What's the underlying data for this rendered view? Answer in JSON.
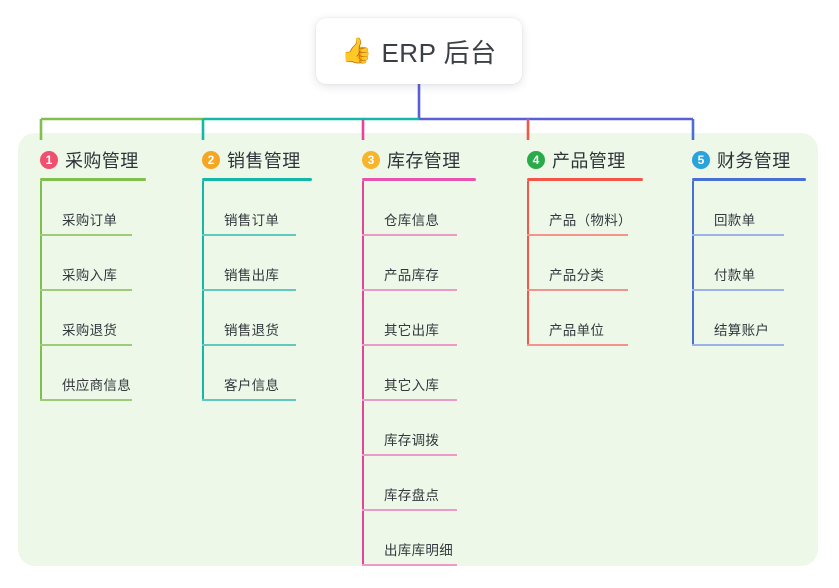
{
  "root": {
    "icon": "thumbs-up-emoji",
    "icon_glyph": "👍",
    "title": "ERP 后台"
  },
  "theme": {
    "page_background": "#ffffff",
    "panel_background": "#eef8e9",
    "card_background": "#ffffff",
    "title_text": "#3b3f46",
    "item_text": "#34383d",
    "bus_left": "#7ebf4e",
    "bus_mid": "#14b8a6",
    "bus_right": "#5b5fd6"
  },
  "columns": [
    {
      "number": "1",
      "title": "采购管理",
      "badge_color": "#f0506e",
      "rule_color": "#7ebf4e",
      "line_color": "#9ccc78",
      "drop_color": "#7ebf4e",
      "items": [
        "采购订单",
        "采购入库",
        "采购退货",
        "供应商信息"
      ]
    },
    {
      "number": "2",
      "title": "销售管理",
      "badge_color": "#f5a623",
      "rule_color": "#14b8a6",
      "line_color": "#63c9bf",
      "drop_color": "#14b8a6",
      "items": [
        "销售订单",
        "销售出库",
        "销售退货",
        "客户信息"
      ]
    },
    {
      "number": "3",
      "title": "库存管理",
      "badge_color": "#f7b52c",
      "rule_color": "#e853b0",
      "line_color": "#eb9bc8",
      "drop_color": "#e8439a",
      "items": [
        "仓库信息",
        "产品库存",
        "其它出库",
        "其它入库",
        "库存调拨",
        "库存盘点",
        "出库库明细"
      ]
    },
    {
      "number": "4",
      "title": "产品管理",
      "badge_color": "#2aab49",
      "rule_color": "#f4564a",
      "line_color": "#f4938c",
      "drop_color": "#f4564a",
      "items": [
        "产品（物料）",
        "产品分类",
        "产品单位"
      ]
    },
    {
      "number": "5",
      "title": "财务管理",
      "badge_color": "#29a3dc",
      "rule_color": "#4a6fd4",
      "line_color": "#9db3e6",
      "drop_color": "#4a6fd4",
      "items": [
        "回款单",
        "付款单",
        "结算账户"
      ]
    }
  ]
}
